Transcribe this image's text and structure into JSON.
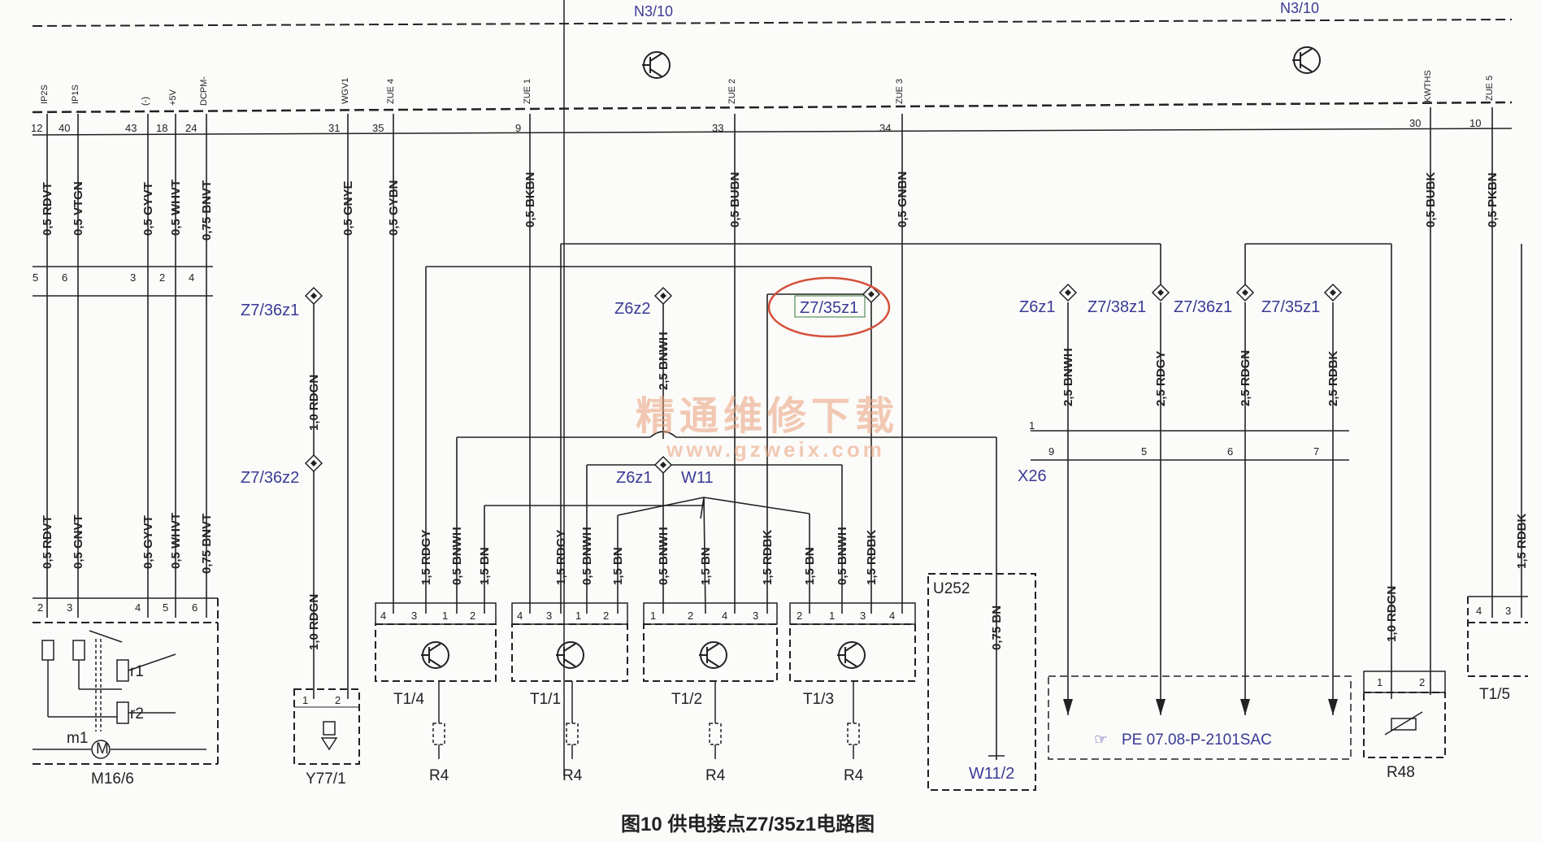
{
  "diagram": {
    "module_label_left": "N3/10",
    "module_label_right": "N3/10",
    "caption": "图10 供电接点Z7/35z1电路图",
    "watermark": {
      "title": "精通维修下载",
      "url": "www.gzweix.com"
    },
    "top_connectors": [
      {
        "name": "IP2S",
        "pin": "12"
      },
      {
        "name": "IP1S",
        "pin": "40"
      },
      {
        "name": "(-)",
        "pin": "43"
      },
      {
        "name": "+5V",
        "pin": "18"
      },
      {
        "name": "DCPM-",
        "pin": "24"
      },
      {
        "name": "WGV1",
        "pin": "31"
      },
      {
        "name": "ZUE 4",
        "pin": "35"
      },
      {
        "name": "ZUE 1",
        "pin": "9"
      },
      {
        "name": "ZUE 2",
        "pin": "33"
      },
      {
        "name": "ZUE 3",
        "pin": "34"
      },
      {
        "name": "KWTHS",
        "pin": "30"
      },
      {
        "name": "ZUE 5",
        "pin": "10"
      }
    ],
    "upper_wires": [
      "0,5 RDVT",
      "0,5 VTGN",
      "0,5 GYVT",
      "0,5 WHVT",
      "0,75 BNVT",
      "0,5 GNYE",
      "0,5 GYBN",
      "0,5 BKBN",
      "0,5 BUBN",
      "0,5 GNBN",
      "0,5 BUBK",
      "0,5 PKBN"
    ],
    "lower_left_wires": [
      "0,5 RDVT",
      "0,5 GNVT",
      "0,5 GYVT",
      "0,5 WHVT",
      "0,75 BNVT"
    ],
    "mid_connector_pins": [
      "5",
      "6",
      "3",
      "2",
      "4"
    ],
    "m16_pins": [
      "2",
      "3",
      "4",
      "5",
      "6"
    ],
    "m16_parts": {
      "r1": "r1",
      "r2": "r2",
      "m1": "m1",
      "motor": "M"
    },
    "nodes": {
      "z7_36z1_left": "Z7/36z1",
      "z7_36z2": "Z7/36z2",
      "z6z2": "Z6z2",
      "z7_35z1_circled": "Z7/35z1",
      "z6z1_center": "Z6z1",
      "w11": "W11",
      "z6z1_right": "Z6z1",
      "z7_38z1": "Z7/38z1",
      "z7_36z1_right": "Z7/36z1",
      "z7_35z1_right": "Z7/35z1"
    },
    "y77_wire_upper": "1,0 RDGN",
    "y77_wire_lower": "1,0 RDGN",
    "y77_pins": [
      "1",
      "2"
    ],
    "z6z2_wire": "2,5 BNWH",
    "coil_wires": {
      "t14": [
        "1,5 RDGY",
        "0,5 BNWH",
        "1,5 BN"
      ],
      "t11": [
        "1,5 RDGY",
        "0,5 BNWH",
        "1,5 BN"
      ],
      "t12": [
        "0,5 BNWH",
        "1,5 BN",
        "1,5 RDBK"
      ],
      "t13": [
        "1,5 BN",
        "0,5 BNWH",
        "1,5 RDBK"
      ]
    },
    "coil_pins": {
      "t14": [
        "4",
        "3",
        "1",
        "2"
      ],
      "t11": [
        "4",
        "3",
        "1",
        "2"
      ],
      "t12": [
        "1",
        "2",
        "4",
        "3"
      ],
      "t13": [
        "2",
        "1",
        "3",
        "4"
      ]
    },
    "components": {
      "t14": "T1/4",
      "t11": "T1/1",
      "t12": "T1/2",
      "t13": "T1/3",
      "r4a": "R4",
      "r4b": "R4",
      "r4c": "R4",
      "r4d": "R4",
      "m16": "M16/6",
      "y77": "Y77/1",
      "u252": "U252",
      "w112": "W11/2",
      "x26": "X26",
      "r48": "R48",
      "t15": "T1/5"
    },
    "u252_wire": "0,75 BN",
    "x26_wires": [
      "2,5 BNWH",
      "2,5 RDGY",
      "2,5 RDGN",
      "2,5 RDBK"
    ],
    "x26_pins": [
      "1",
      "9",
      "5",
      "6",
      "7"
    ],
    "pe_ref": "PE 07.08-P-2101SAC",
    "r48_wire": "1,0 RDGN",
    "r48_pins": [
      "1",
      "2"
    ],
    "t15_wire": "1,5 RDBK",
    "t15_pins": [
      "4",
      "3"
    ]
  }
}
